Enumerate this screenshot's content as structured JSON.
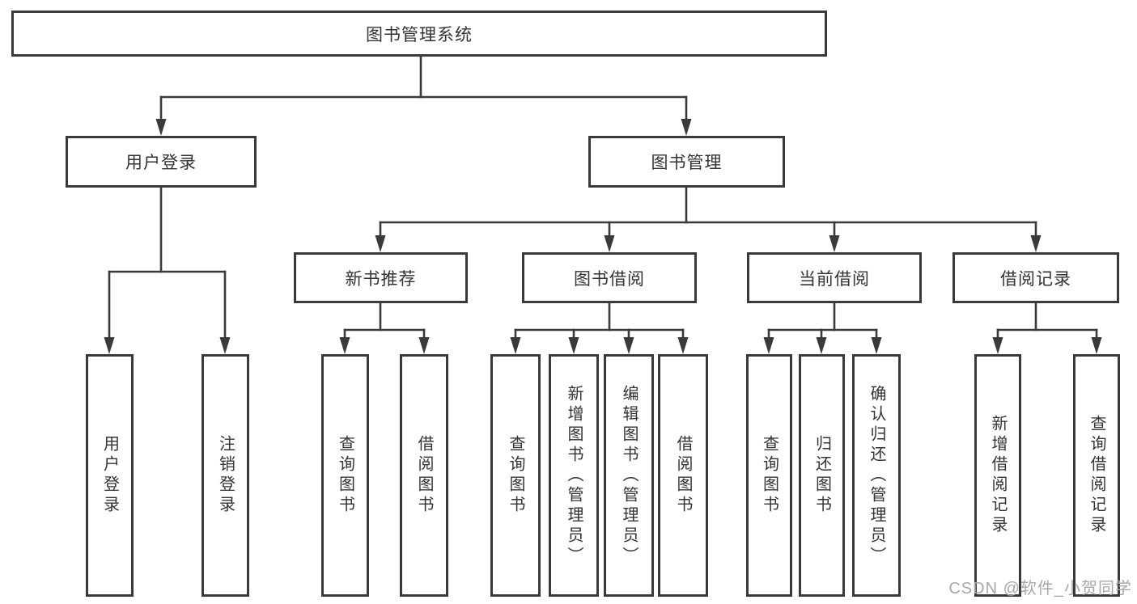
{
  "tree": {
    "label": "图书管理系统",
    "children": [
      {
        "label": "用户登录",
        "children": [
          {
            "label": "用户登录"
          },
          {
            "label": "注销登录"
          }
        ]
      },
      {
        "label": "图书管理",
        "children": [
          {
            "label": "新书推荐",
            "children": [
              {
                "label": "查询图书"
              },
              {
                "label": "借阅图书"
              }
            ]
          },
          {
            "label": "图书借阅",
            "children": [
              {
                "label": "查询图书"
              },
              {
                "label": "新增图书（管理员）"
              },
              {
                "label": "编辑图书（管理员）"
              },
              {
                "label": "借阅图书"
              }
            ]
          },
          {
            "label": "当前借阅",
            "children": [
              {
                "label": "查询图书"
              },
              {
                "label": "归还图书"
              },
              {
                "label": "确认归还（管理员）"
              }
            ]
          },
          {
            "label": "借阅记录",
            "children": [
              {
                "label": "新增借阅记录"
              },
              {
                "label": "查询借阅记录"
              }
            ]
          }
        ]
      }
    ]
  },
  "watermark": {
    "text": "CSDN @软件_小贺同学"
  },
  "colors": {
    "line": "#3a3a3a",
    "text": "#333333",
    "watermark": "#a8a8a8"
  }
}
